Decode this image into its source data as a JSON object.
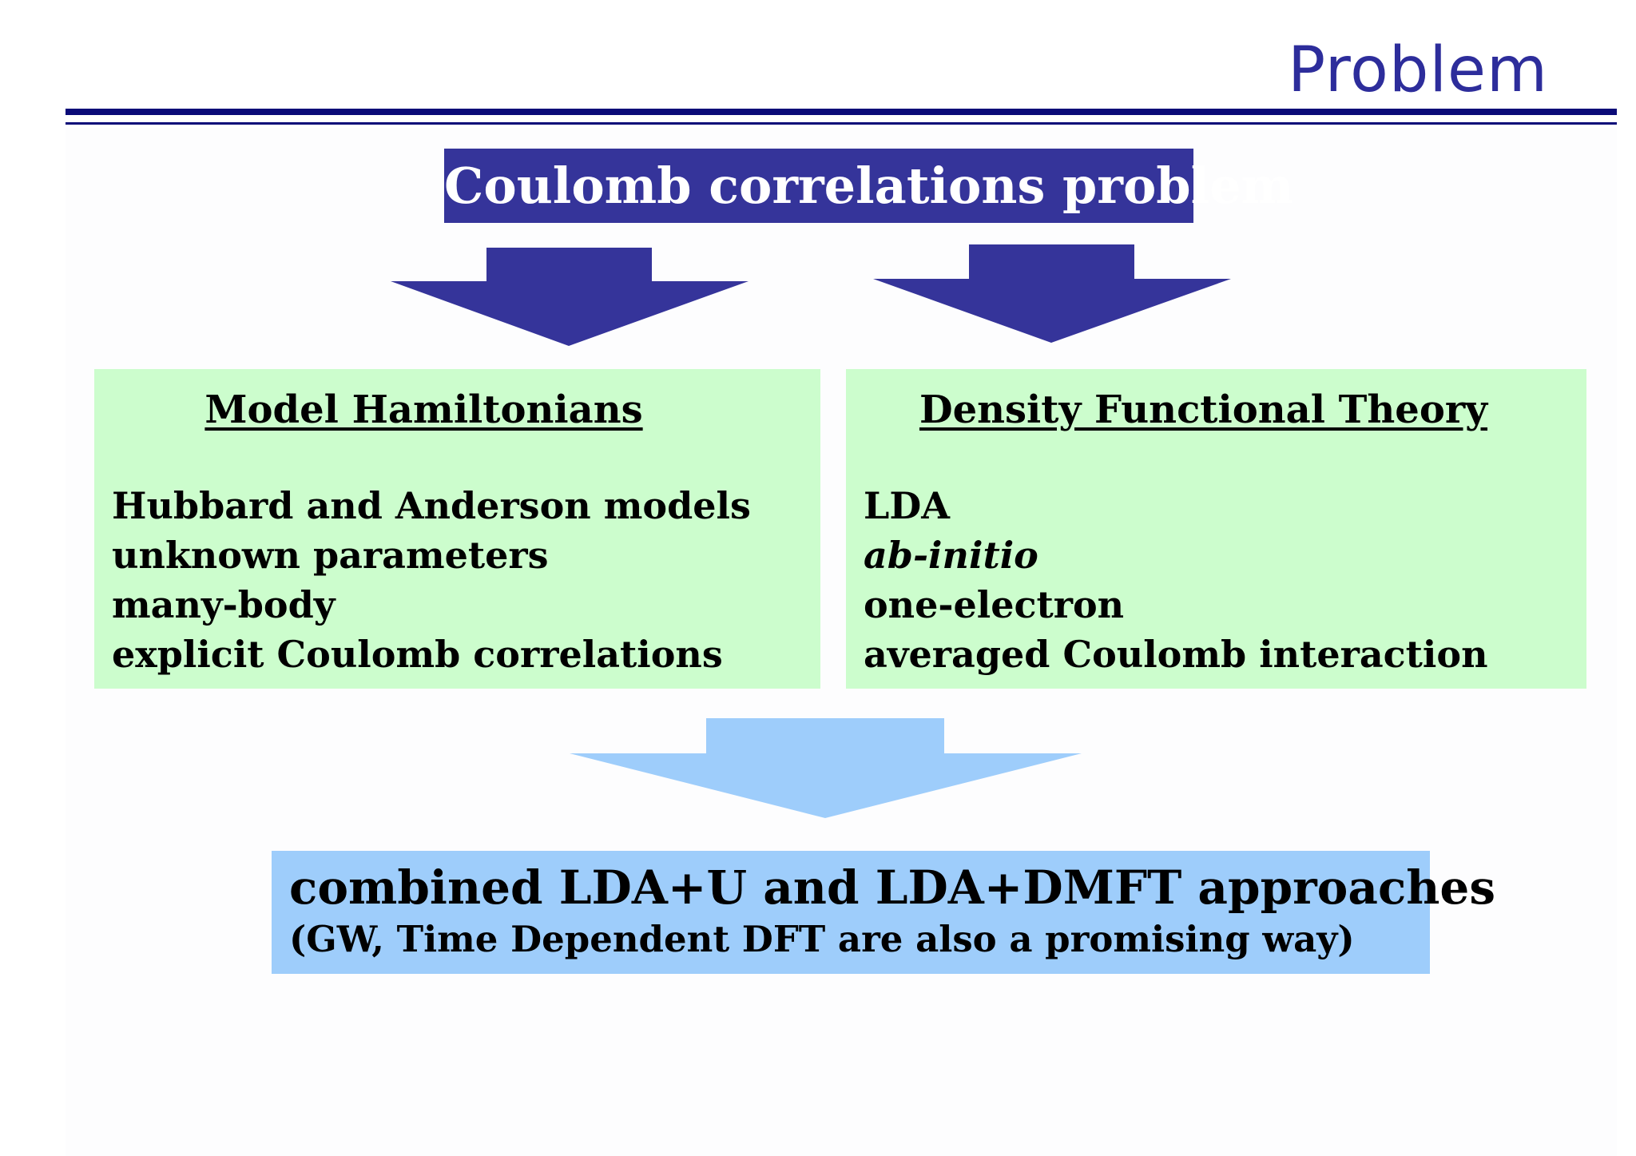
{
  "slide": {
    "title": "Problem"
  },
  "banner": {
    "text": "Coulomb correlations problem"
  },
  "left_panel": {
    "heading": "Model Hamiltonians",
    "items": [
      "Hubbard and Anderson models",
      "unknown parameters",
      "many-body",
      "explicit Coulomb correlations"
    ]
  },
  "right_panel": {
    "heading": "Density Functional Theory",
    "items": [
      "LDA",
      "ab-initio",
      "one-electron",
      "averaged Coulomb interaction"
    ]
  },
  "result": {
    "line1": "combined LDA+U and LDA+DMFT  approaches",
    "line2": "(GW, Time Dependent DFT are also a promising way)"
  },
  "colors": {
    "title_text": "#2d2d9b",
    "rules": "#0b0b78",
    "banner_bg": "#35349a",
    "dark_arrow": "#35349a",
    "panel_bg": "#ccfdcd",
    "light_arrow": "#9ecdfb",
    "result_bg": "#9ecdfb"
  }
}
